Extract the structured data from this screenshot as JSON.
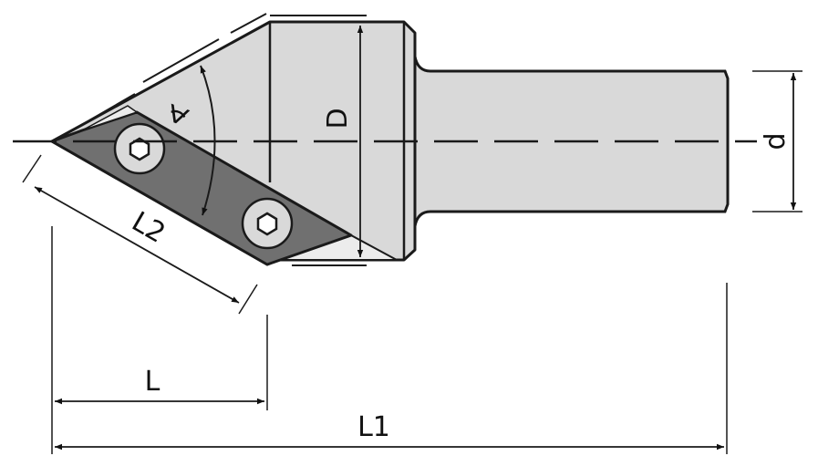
{
  "drawing": {
    "labels": {
      "angle": "∢",
      "diameter_body": "D",
      "diameter_shank": "d",
      "insert_length": "L2",
      "cutting_length": "L",
      "total_length": "L1"
    },
    "colors": {
      "body": "#d9d9d9",
      "insert": "#707070",
      "light": "#ececec",
      "line": "#1a1a1a"
    }
  }
}
